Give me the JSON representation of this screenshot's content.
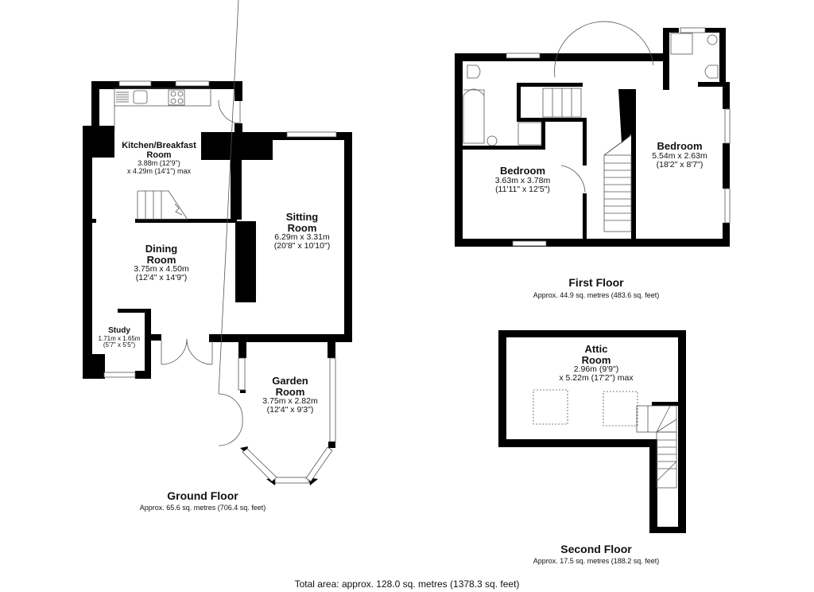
{
  "ground_floor": {
    "title": "Ground Floor",
    "area": "Approx. 65.6 sq. metres (706.4 sq. feet)",
    "rooms": [
      {
        "name": "Kitchen/Breakfast Room",
        "name_line1": "Kitchen/Breakfast",
        "name_line2": "Room",
        "dim_line1": "3.88m (12'9\")",
        "dim_line2": "x 4.29m (14'1\") max"
      },
      {
        "name": "Sitting Room",
        "name_line1": "Sitting",
        "name_line2": "Room",
        "dim_line1": "6.29m x 3.31m",
        "dim_line2": "(20'8\" x 10'10\")"
      },
      {
        "name": "Dining Room",
        "name_line1": "Dining",
        "name_line2": "Room",
        "dim_line1": "3.75m x 4.50m",
        "dim_line2": "(12'4\" x 14'9\")"
      },
      {
        "name": "Study",
        "name_line1": "Study",
        "dim_line1": "1.71m x 1.65m",
        "dim_line2": "(5'7\" x 5'5\")"
      },
      {
        "name": "Garden Room",
        "name_line1": "Garden",
        "name_line2": "Room",
        "dim_line1": "3.75m x 2.82m",
        "dim_line2": "(12'4\" x 9'3\")"
      }
    ]
  },
  "first_floor": {
    "title": "First Floor",
    "area": "Approx. 44.9 sq. metres (483.6 sq. feet)",
    "rooms": [
      {
        "name": "Bedroom",
        "name_line1": "Bedroom",
        "dim_line1": "3.63m x 3.78m",
        "dim_line2": "(11'11\" x 12'5\")"
      },
      {
        "name": "Bedroom",
        "name_line1": "Bedroom",
        "dim_line1": "5.54m x 2.63m",
        "dim_line2": "(18'2\" x 8'7\")"
      }
    ]
  },
  "second_floor": {
    "title": "Second Floor",
    "area": "Approx. 17.5 sq. metres (188.2 sq. feet)",
    "rooms": [
      {
        "name": "Attic Room",
        "name_line1": "Attic",
        "name_line2": "Room",
        "dim_line1": "2.96m (9'9\")",
        "dim_line2": "x 5.22m (17'2\") max"
      }
    ]
  },
  "total_area": "Total area: approx. 128.0 sq. metres (1378.3 sq. feet)"
}
